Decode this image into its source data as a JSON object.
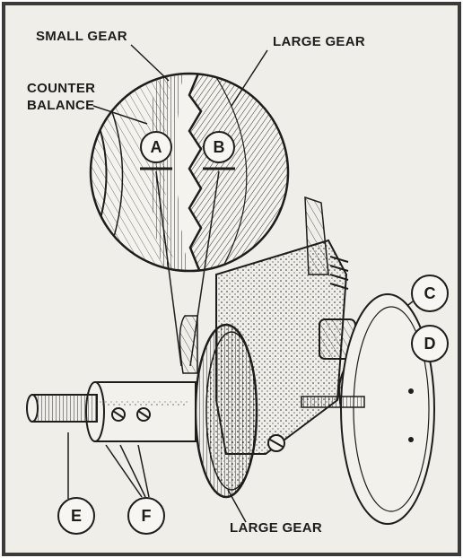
{
  "labels": {
    "small_gear": "SMALL GEAR",
    "large_gear_top": "LARGE GEAR",
    "counter_balance_1": "COUNTER",
    "counter_balance_2": "BALANCE",
    "large_gear_bottom": "LARGE GEAR"
  },
  "callouts": {
    "a": "A",
    "b": "B",
    "c": "C",
    "d": "D",
    "e": "E",
    "f": "F"
  },
  "colors": {
    "ink": "#1e1d1b",
    "paper": "#efeee9",
    "frame": "#3b3a38"
  }
}
